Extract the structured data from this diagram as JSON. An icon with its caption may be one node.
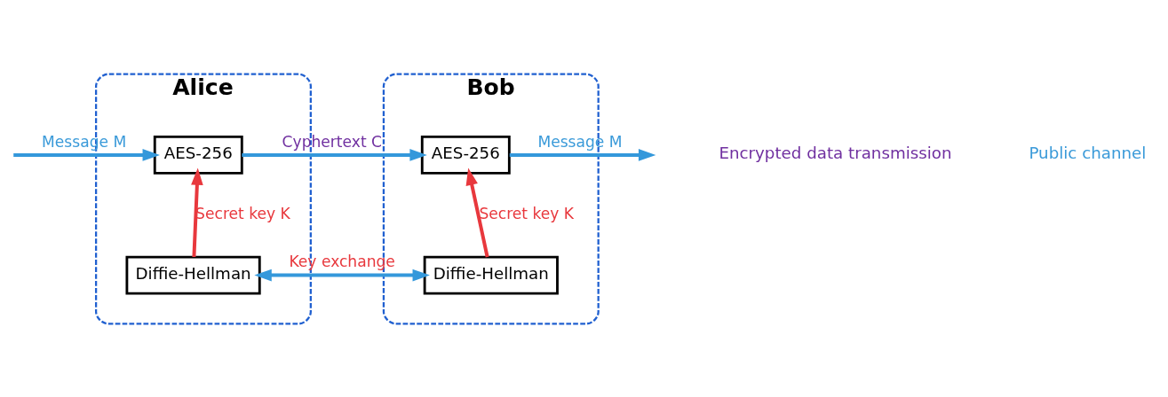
{
  "diagram": {
    "nodes": [
      {
        "text": [
          "Alice"
        ]
      },
      {
        "text": [
          "AES-256"
        ],
        "in": 0
      },
      {
        "text": [
          "Diffie-Hellman"
        ],
        "in": 0
      },
      {
        "text": [
          "Bob"
        ]
      },
      {
        "text": [
          "AES-256"
        ],
        "in": 3
      },
      {
        "text": [
          "Diffie-Hellman"
        ],
        "in": 3
      }
    ],
    "edges": [
      {
        "from": null,
        "to": 1,
        "arrow": "to",
        "label": "Message M"
      },
      {
        "from": 1,
        "to": 4,
        "arrow": "to",
        "label": "Cyphertext C"
      },
      {
        "from": 4,
        "to": null,
        "arrow": "to",
        "label": "Message M"
      },
      {
        "from": 2,
        "to": 1,
        "arrow": "to",
        "label": "Secret key K",
        "color": "#e8383d"
      },
      {
        "from": 2,
        "to": 5,
        "arrow": "both",
        "label": "Key exchange"
      },
      {
        "from": 5,
        "to": 4,
        "arrow": "to",
        "label": "Secret key K",
        "color": "#e8383d"
      }
    ],
    "labels": [
      "Encrypted data transmission",
      "Public channel"
    ]
  }
}
